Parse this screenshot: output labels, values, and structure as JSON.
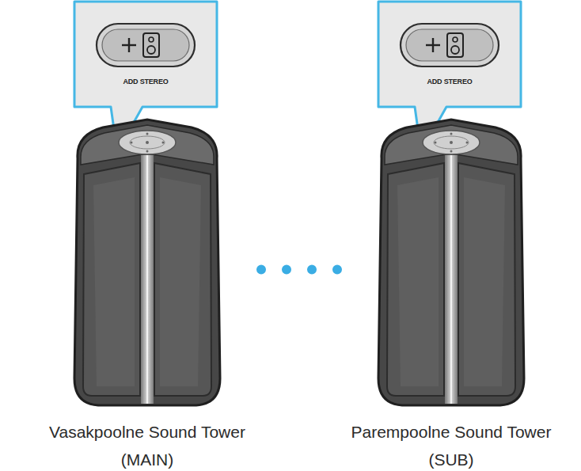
{
  "diagram": {
    "nodes": [
      {
        "text": [
          "ADD STEREO"
        ]
      },
      {
        "text": [
          "ADD STEREO"
        ]
      },
      {
        "text": [
          "Vasakpoolne Sound Tower (MAIN)"
        ]
      },
      {
        "text": [
          "Parempoolne Sound Tower (SUB)"
        ]
      }
    ],
    "edges": [
      {
        "from": 2,
        "to": 3,
        "arrow": "none"
      }
    ]
  }
}
